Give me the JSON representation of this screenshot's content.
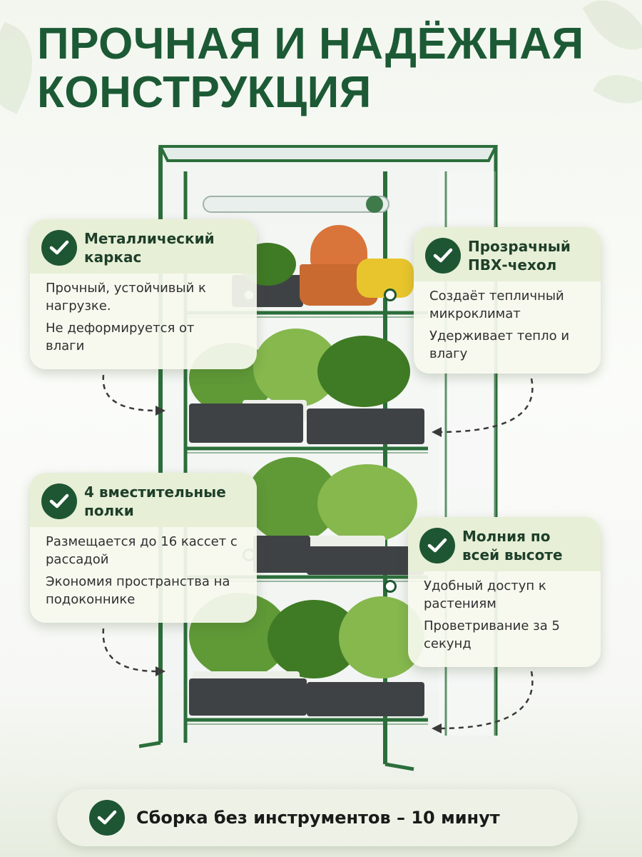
{
  "title": {
    "line1": "ПРОЧНАЯ И НАДЁЖНАЯ",
    "line2": "КОНСТРУКЦИЯ"
  },
  "features": [
    {
      "title": "Металлический каркас",
      "lines": [
        "Прочный, устойчивый к нагрузке.",
        "Не деформируется от влаги"
      ]
    },
    {
      "title": "Прозрачный ПВХ-чехол",
      "lines": [
        "Создаёт тепличный микроклимат",
        "Удерживает тепло и влагу"
      ]
    },
    {
      "title": "4 вместительные полки",
      "lines": [
        "Размещается до 16 кассет с рассадой",
        "Экономия пространства на подоконнике"
      ]
    },
    {
      "title": "Молния по всей высоте",
      "lines": [
        "Удобный доступ к растениям",
        "Проветривание за 5 секунд"
      ]
    }
  ],
  "footer": {
    "text": "Сборка без инструментов – 10 минут"
  },
  "colors": {
    "brand_green": "#1c5a35",
    "card_bg": "#f6f9ee",
    "card_head_bg": "#e7efd7"
  },
  "icons": [
    "check-icon",
    "leaf-decoration"
  ]
}
